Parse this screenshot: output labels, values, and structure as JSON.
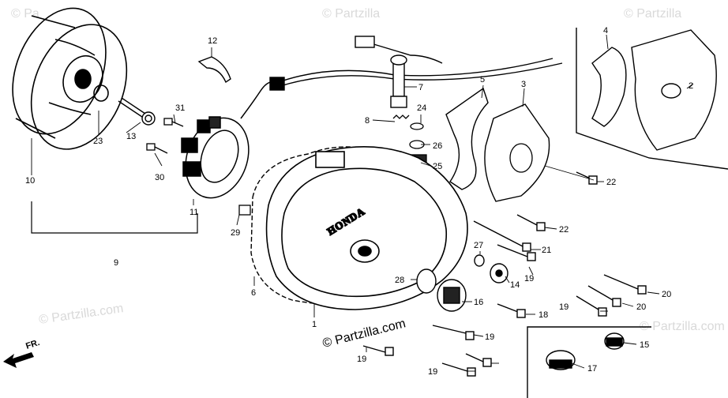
{
  "watermarks": {
    "top_left": "© Pa",
    "top_center": "© Partzilla",
    "top_right": "© Partzilla",
    "bottom_left": "© Partzilla.com",
    "bottom_right": "© Partzilla.com",
    "main": "© Partzilla.com"
  },
  "brand_text": "HONDA",
  "fr_label": "FR.",
  "callouts": {
    "c1": "1",
    "c2": "2",
    "c3": "3",
    "c4": "4",
    "c5": "5",
    "c6": "6",
    "c7": "7",
    "c8": "8",
    "c9": "9",
    "c10": "10",
    "c11": "11",
    "c12": "12",
    "c13": "13",
    "c14": "14",
    "c15": "15",
    "c16": "16",
    "c17": "17",
    "c18": "18",
    "c19a": "19",
    "c19b": "19",
    "c19c": "19",
    "c19d": "19",
    "c19e": "19",
    "c20a": "20",
    "c20b": "20",
    "c21": "21",
    "c22a": "22",
    "c22b": "22",
    "c23": "23",
    "c24": "24",
    "c25": "25",
    "c26": "26",
    "c27": "27",
    "c28": "28",
    "c29": "29",
    "c30": "30",
    "c31": "31"
  },
  "colors": {
    "ink": "#000000",
    "watermark": "#d9d9d9",
    "background": "#ffffff"
  }
}
